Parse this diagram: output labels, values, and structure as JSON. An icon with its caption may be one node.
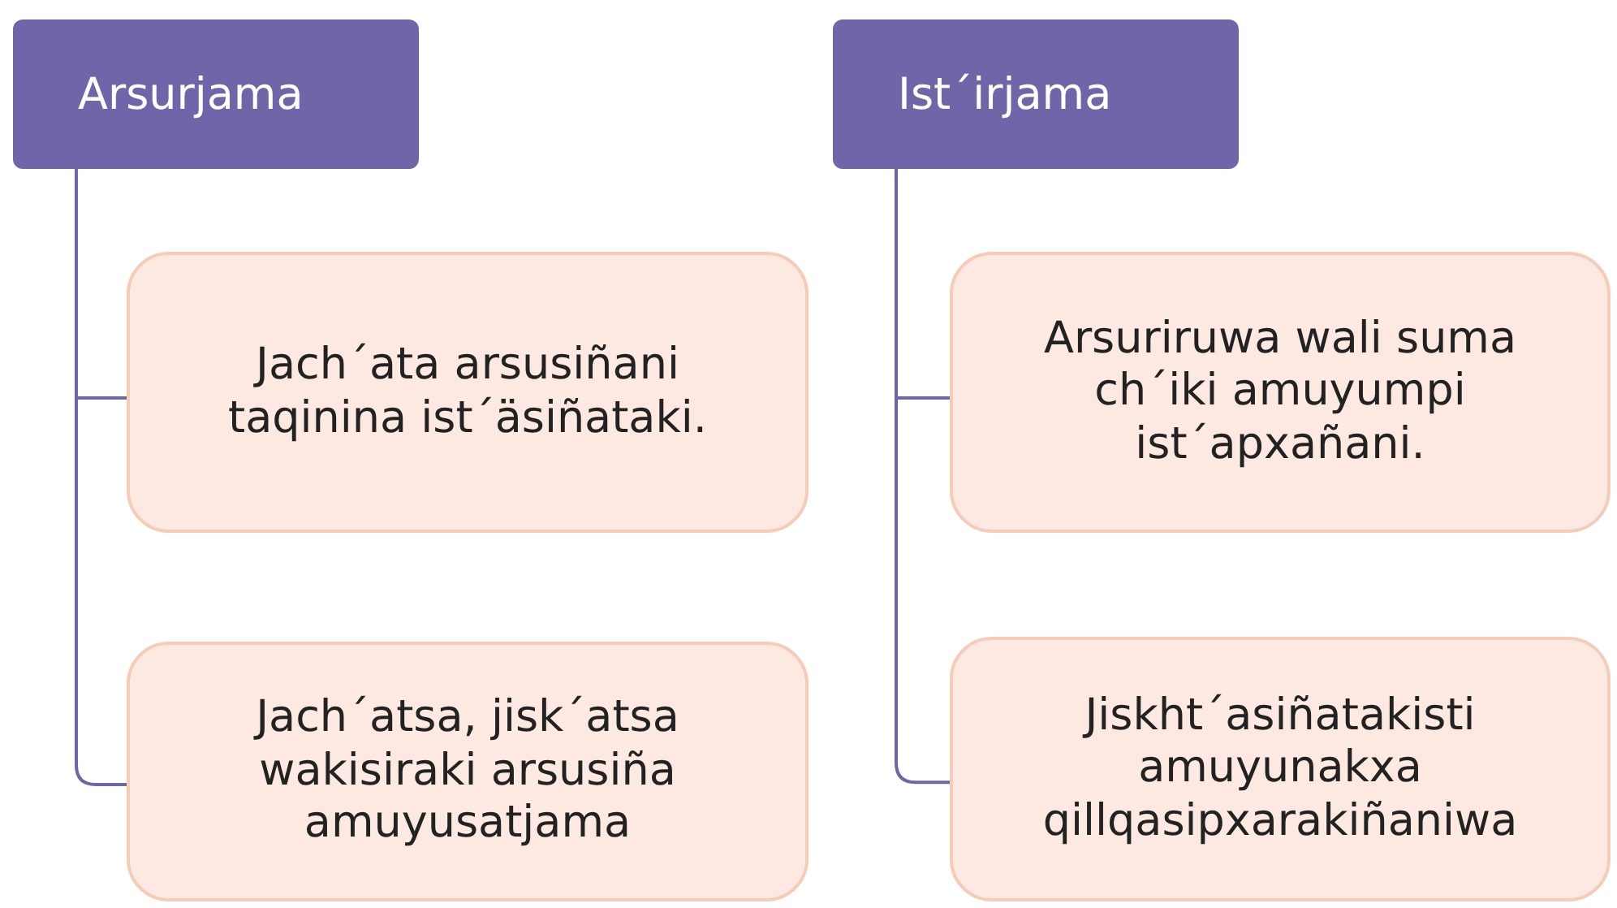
{
  "diagram": {
    "nodes": [
      {
        "text": [
          "Arsurjama"
        ]
      },
      {
        "text": [
          "Jach´ata arsusiñani taqinina ist´äsiñataki."
        ]
      },
      {
        "text": [
          "Jach´atsa, jisk´atsa wakisiraki arsusiña amuyusatjama"
        ]
      },
      {
        "text": [
          "Ist´irjama"
        ]
      },
      {
        "text": [
          "Arsuriruwa wali suma ch´iki amuyumpi ist´apxañani."
        ]
      },
      {
        "text": [
          "Jiskht´asiñatakisti amuyunakxa qillqasipxarakiñaniwa"
        ]
      }
    ],
    "edges": [
      {
        "from": 0,
        "to": 1,
        "arrow": "none"
      },
      {
        "from": 0,
        "to": 2,
        "arrow": "none"
      },
      {
        "from": 3,
        "to": 4,
        "arrow": "none"
      },
      {
        "from": 3,
        "to": 5,
        "arrow": "none"
      }
    ]
  }
}
